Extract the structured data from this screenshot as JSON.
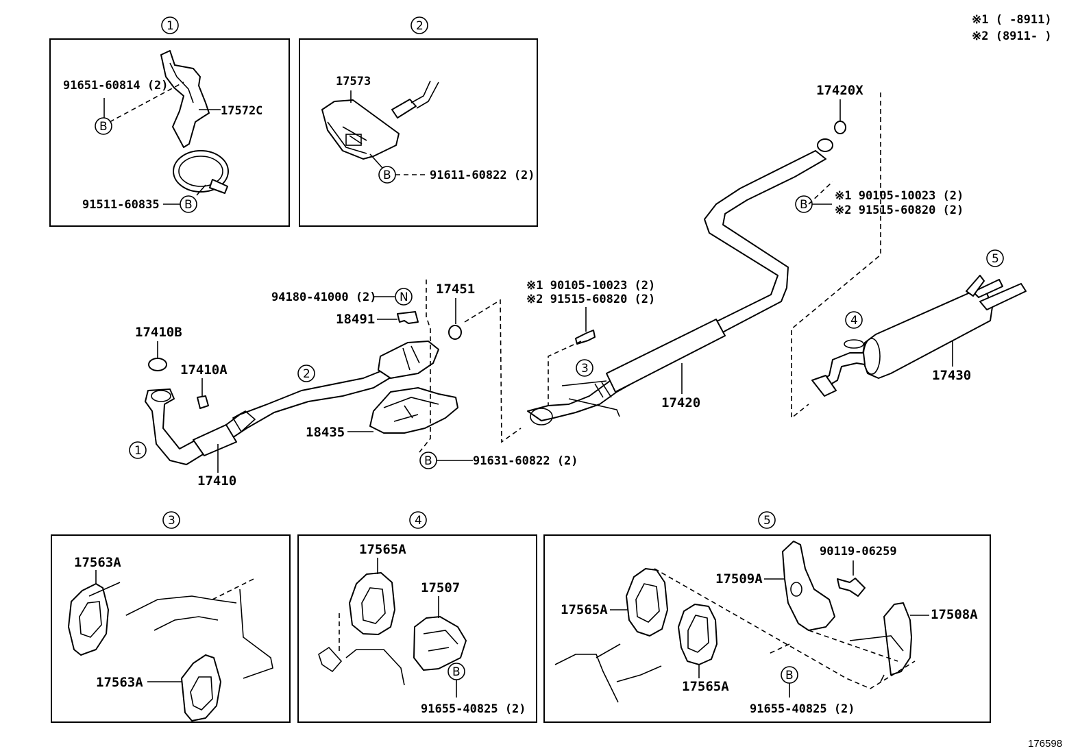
{
  "notes": {
    "note1": "※1 (      -8911)",
    "note2": "※2 (8911-      )"
  },
  "drawing_number": "176598",
  "callouts": {
    "c1": "1",
    "c2": "2",
    "c3": "3",
    "c4": "4",
    "c5": "5",
    "B": "B",
    "N": "N"
  },
  "labels": {
    "p91651": "91651-60814 (2)",
    "p17572C": "17572C",
    "p91511": "91511-60835",
    "p17573": "17573",
    "p91611": "91611-60822 (2)",
    "p17420X": "17420X",
    "p90105_top": "※1  90105-10023 (2)",
    "p91515_top": "※2  91515-60820 (2)",
    "p94180": "94180-41000 (2)",
    "p17451": "17451",
    "p18491": "18491",
    "p17410B": "17410B",
    "p17410A": "17410A",
    "p18435": "18435",
    "p17410": "17410",
    "p91631": "91631-60822 (2)",
    "p90105_mid": "※1  90105-10023 (2)",
    "p91515_mid": "※2  91515-60820 (2)",
    "p17420": "17420",
    "p17430": "17430",
    "p17563A_a": "17563A",
    "p17563A_b": "17563A",
    "p17565A_4": "17565A",
    "p17507": "17507",
    "p91655_4": "91655-40825 (2)",
    "p90119": "90119-06259",
    "p17509A": "17509A",
    "p17565A_5a": "17565A",
    "p17565A_5b": "17565A",
    "p17508A": "17508A",
    "p91655_5": "91655-40825 (2)"
  }
}
